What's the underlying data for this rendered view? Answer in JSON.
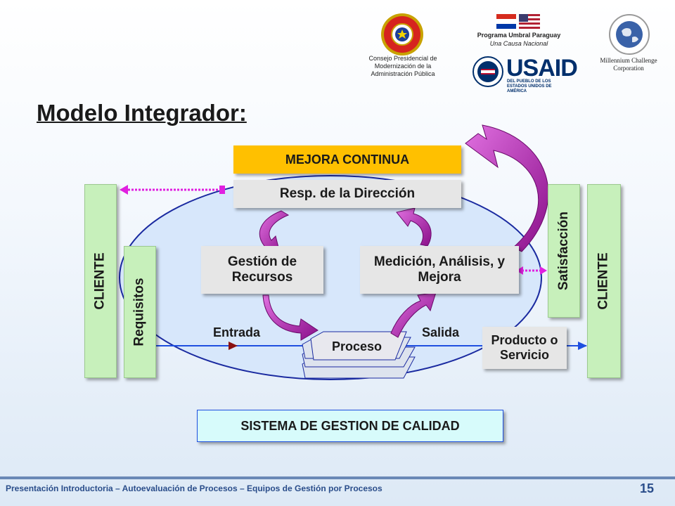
{
  "header": {
    "consejo_text": "Consejo Presidencial de Modernización de la Administración Pública",
    "programa_title": "Programa Umbral Paraguay",
    "programa_subtitle": "Una Causa Nacional",
    "usaid_brand": "USAID",
    "usaid_tagline": "DEL PUEBLO DE LOS ESTADOS UNIDOS DE AMÉRICA",
    "mcc_text": "Millennium Challenge Corporation"
  },
  "title": "Modelo Integrador:",
  "diagram": {
    "mejora_continua": "MEJORA CONTINUA",
    "resp_direccion": "Resp. de la Dirección",
    "gestion_recursos": "Gestión de Recursos",
    "medicion": "Medición, Análisis, y Mejora",
    "proceso": "Proceso",
    "producto": "Producto o Servicio",
    "entrada": "Entrada",
    "salida": "Salida",
    "cliente_left": "CLIENTE",
    "cliente_right": "CLIENTE",
    "requisitos": "Requisitos",
    "satisfaccion": "Satisfacción",
    "sistema": "SISTEMA DE GESTION DE CALIDAD"
  },
  "colors": {
    "orange": "#ffc000",
    "gray_box": "#e6e6e6",
    "green_box": "#c7f0bb",
    "purple_arrow": "#9a1d9a",
    "magenta": "#e020e0",
    "blue_line": "#1f4fe0",
    "ellipse": "#1a2aa0",
    "cyan_box": "#d7fbfb"
  },
  "footer": {
    "text": "Presentación Introductoria – Autoevaluación de Procesos – Equipos de Gestión por Procesos",
    "page": "15"
  }
}
